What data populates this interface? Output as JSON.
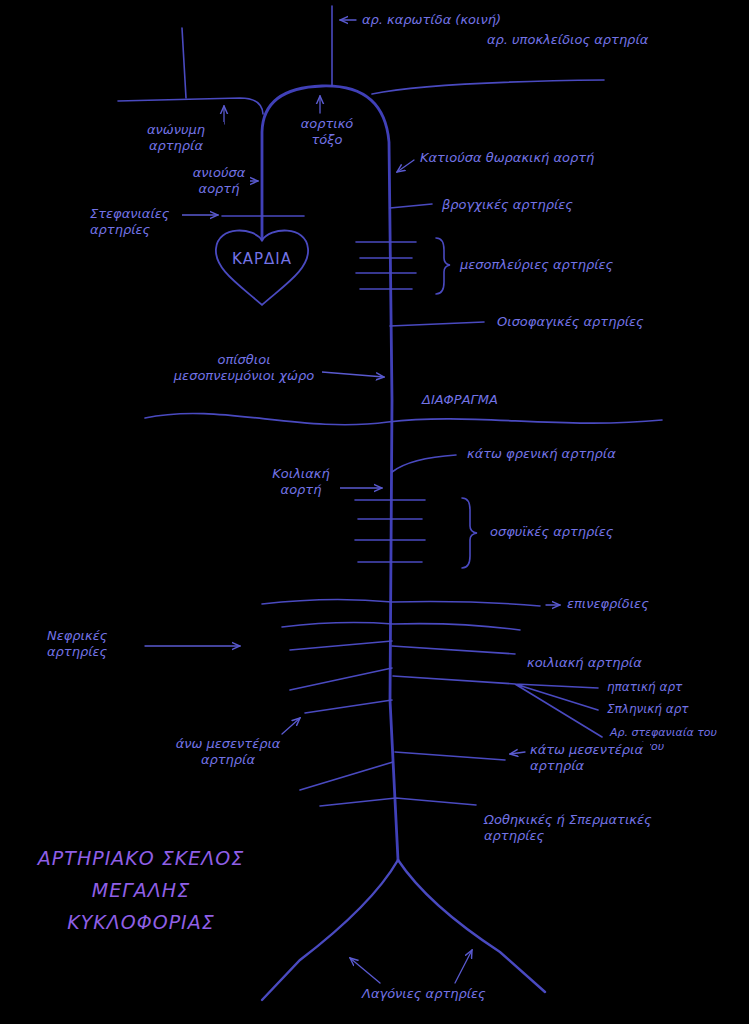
{
  "diagram": {
    "title": "ΑΡΤΗΡΙΑΚΟ ΣΚΕΛΟΣ ΜΕΓΑΛΗΣ ΚΥΚΛΟΦΟΡΙΑΣ",
    "nodes": [
      {
        "text": [
          "ΚΑΡΔΙΑ"
        ]
      }
    ],
    "labels": [
      "αρ. καρωτίδα (κοινή)",
      "αρ. υποκλείδιος αρτηρία",
      "ανώνυμη αρτηρία",
      "αορτικό τόξο",
      "ανιούσα αορτή",
      "Κατιούσα θωρακική αορτή",
      "Στεφανιαίες αρτηρίες",
      "βρογχικές αρτηρίες",
      "μεσοπλεύριες αρτηρίες",
      "Οισοφαγικές αρτηρίες",
      "οπίσθιοι μεσοπνευμόνιοι χώρο",
      "ΔΙΑΦΡΑΓΜΑ",
      "κάτω φρενική αρτηρία",
      "Κοιλιακή αορτή",
      "οσφυϊκές αρτηρίες",
      "επινεφρίδιες",
      "Νεφρικές αρτηρίες",
      "κοιλιακή αρτηρία",
      "ηπατική αρτ",
      "Σπληνική αρτ",
      "Αρ. στεφανιαία του στομάχου",
      "άνω μεσεντέρια αρτηρία",
      "κάτω μεσεντέρια αρτηρία",
      "Ωοθηκικές ή Σπερματικές αρτηρίες",
      "Λαγόνιες αρτηρίες"
    ]
  }
}
